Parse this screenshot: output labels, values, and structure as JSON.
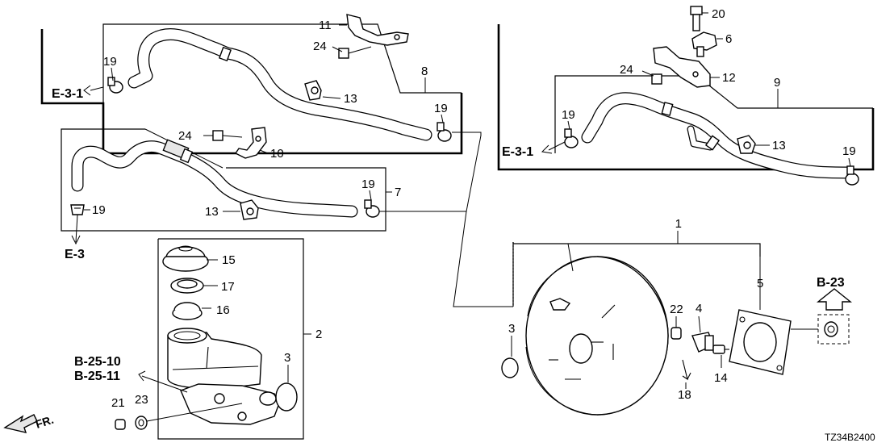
{
  "callouts": {
    "c1": "1",
    "c2": "2",
    "c3a": "3",
    "c3b": "3",
    "c4": "4",
    "c5": "5",
    "c6": "6",
    "c7": "7",
    "c8": "8",
    "c9": "9",
    "c10": "10",
    "c11": "11",
    "c12": "12",
    "c13a": "13",
    "c13b": "13",
    "c13c": "13",
    "c14": "14",
    "c15": "15",
    "c16": "16",
    "c17": "17",
    "c18": "18",
    "c19a": "19",
    "c19b": "19",
    "c19c": "19",
    "c19d": "19",
    "c19e": "19",
    "c19f": "19",
    "c20": "20",
    "c21": "21",
    "c22": "22",
    "c23": "23",
    "c24a": "24",
    "c24b": "24",
    "c24c": "24"
  },
  "references": {
    "e31_left": "E-3-1",
    "e31_right": "E-3-1",
    "e3": "E-3",
    "b23": "B-23",
    "b2510": "B-25-10",
    "b2511": "B-25-11",
    "fr": "FR."
  },
  "diagram_code": "TZ34B2400"
}
